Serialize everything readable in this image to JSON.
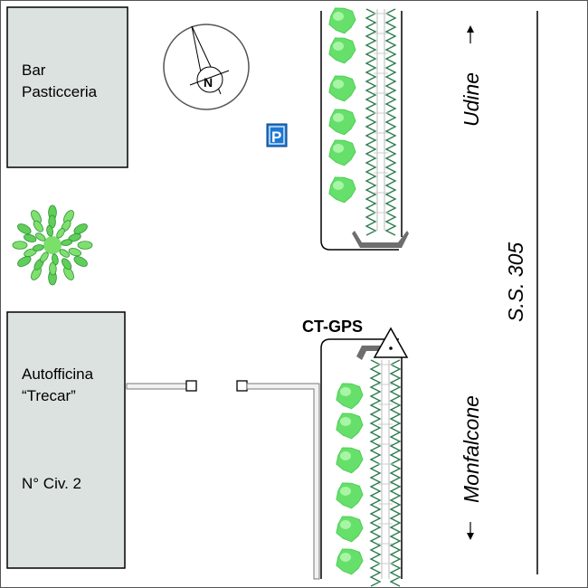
{
  "buildings": {
    "bar": {
      "line1": "Bar",
      "line2": "Pasticceria"
    },
    "autofficina": {
      "line1": "Autofficina",
      "line2": "“Trecar”",
      "civic": "N° Civ. 2"
    }
  },
  "parking_sign": {
    "label": "P"
  },
  "station": {
    "label": "CT-GPS"
  },
  "road": {
    "name": "S.S. 305",
    "direction_north": "Udine",
    "direction_south": "Monfalcone"
  },
  "compass": {
    "north_label": "N"
  },
  "colors": {
    "building_fill": "#dce2e0",
    "shrub": "#66e06a",
    "hedge": "#2e7d4f",
    "kerb": "#6e6e6e",
    "parking_sign_bg": "#1e78d2"
  }
}
